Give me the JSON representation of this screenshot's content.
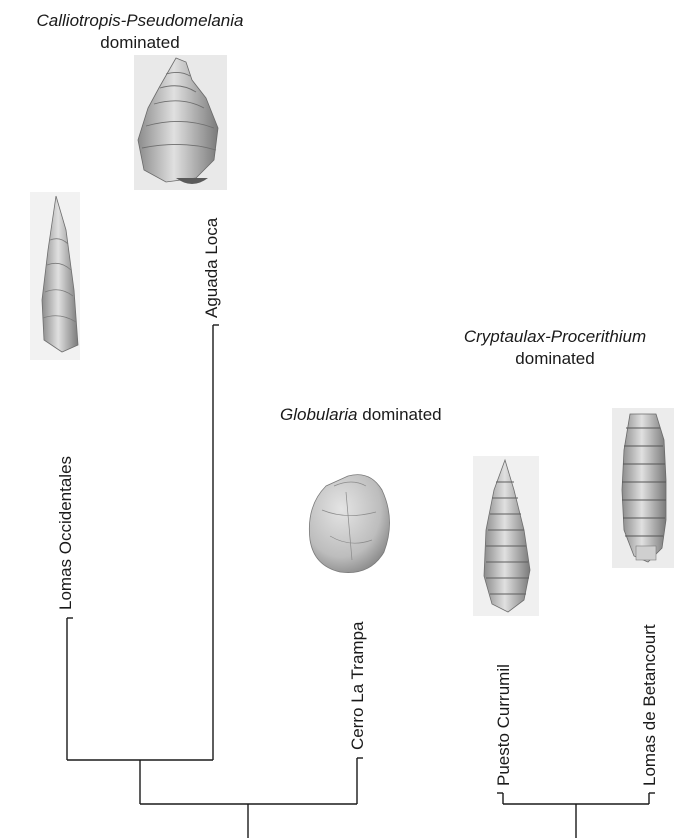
{
  "groups": {
    "calliotropis": {
      "genus": "Calliotropis-Pseudomelania",
      "suffix": "dominated"
    },
    "globularia": {
      "genus": "Globularia",
      "suffix": "dominated"
    },
    "cryptaulax": {
      "genus": "Cryptaulax-Procerithium",
      "suffix": "dominated"
    }
  },
  "leaves": [
    {
      "label": "Lomas Occidentales",
      "shell": "high-spired-cone-shell"
    },
    {
      "label": "Aguada Loca",
      "shell": "trochiform-shell"
    },
    {
      "label": "Cerro La Trampa",
      "shell": "globular-shell"
    },
    {
      "label": "Puesto Currumil",
      "shell": "turreted-ribbed-shell"
    },
    {
      "label": "Lomas de Betancourt",
      "shell": "ribbed-cylindrical-shell"
    }
  ],
  "colors": {
    "line": "#1a1a1a",
    "shell_light": "#d9d9d9",
    "shell_mid": "#a8a8a8",
    "shell_dark": "#6e6e6e"
  }
}
